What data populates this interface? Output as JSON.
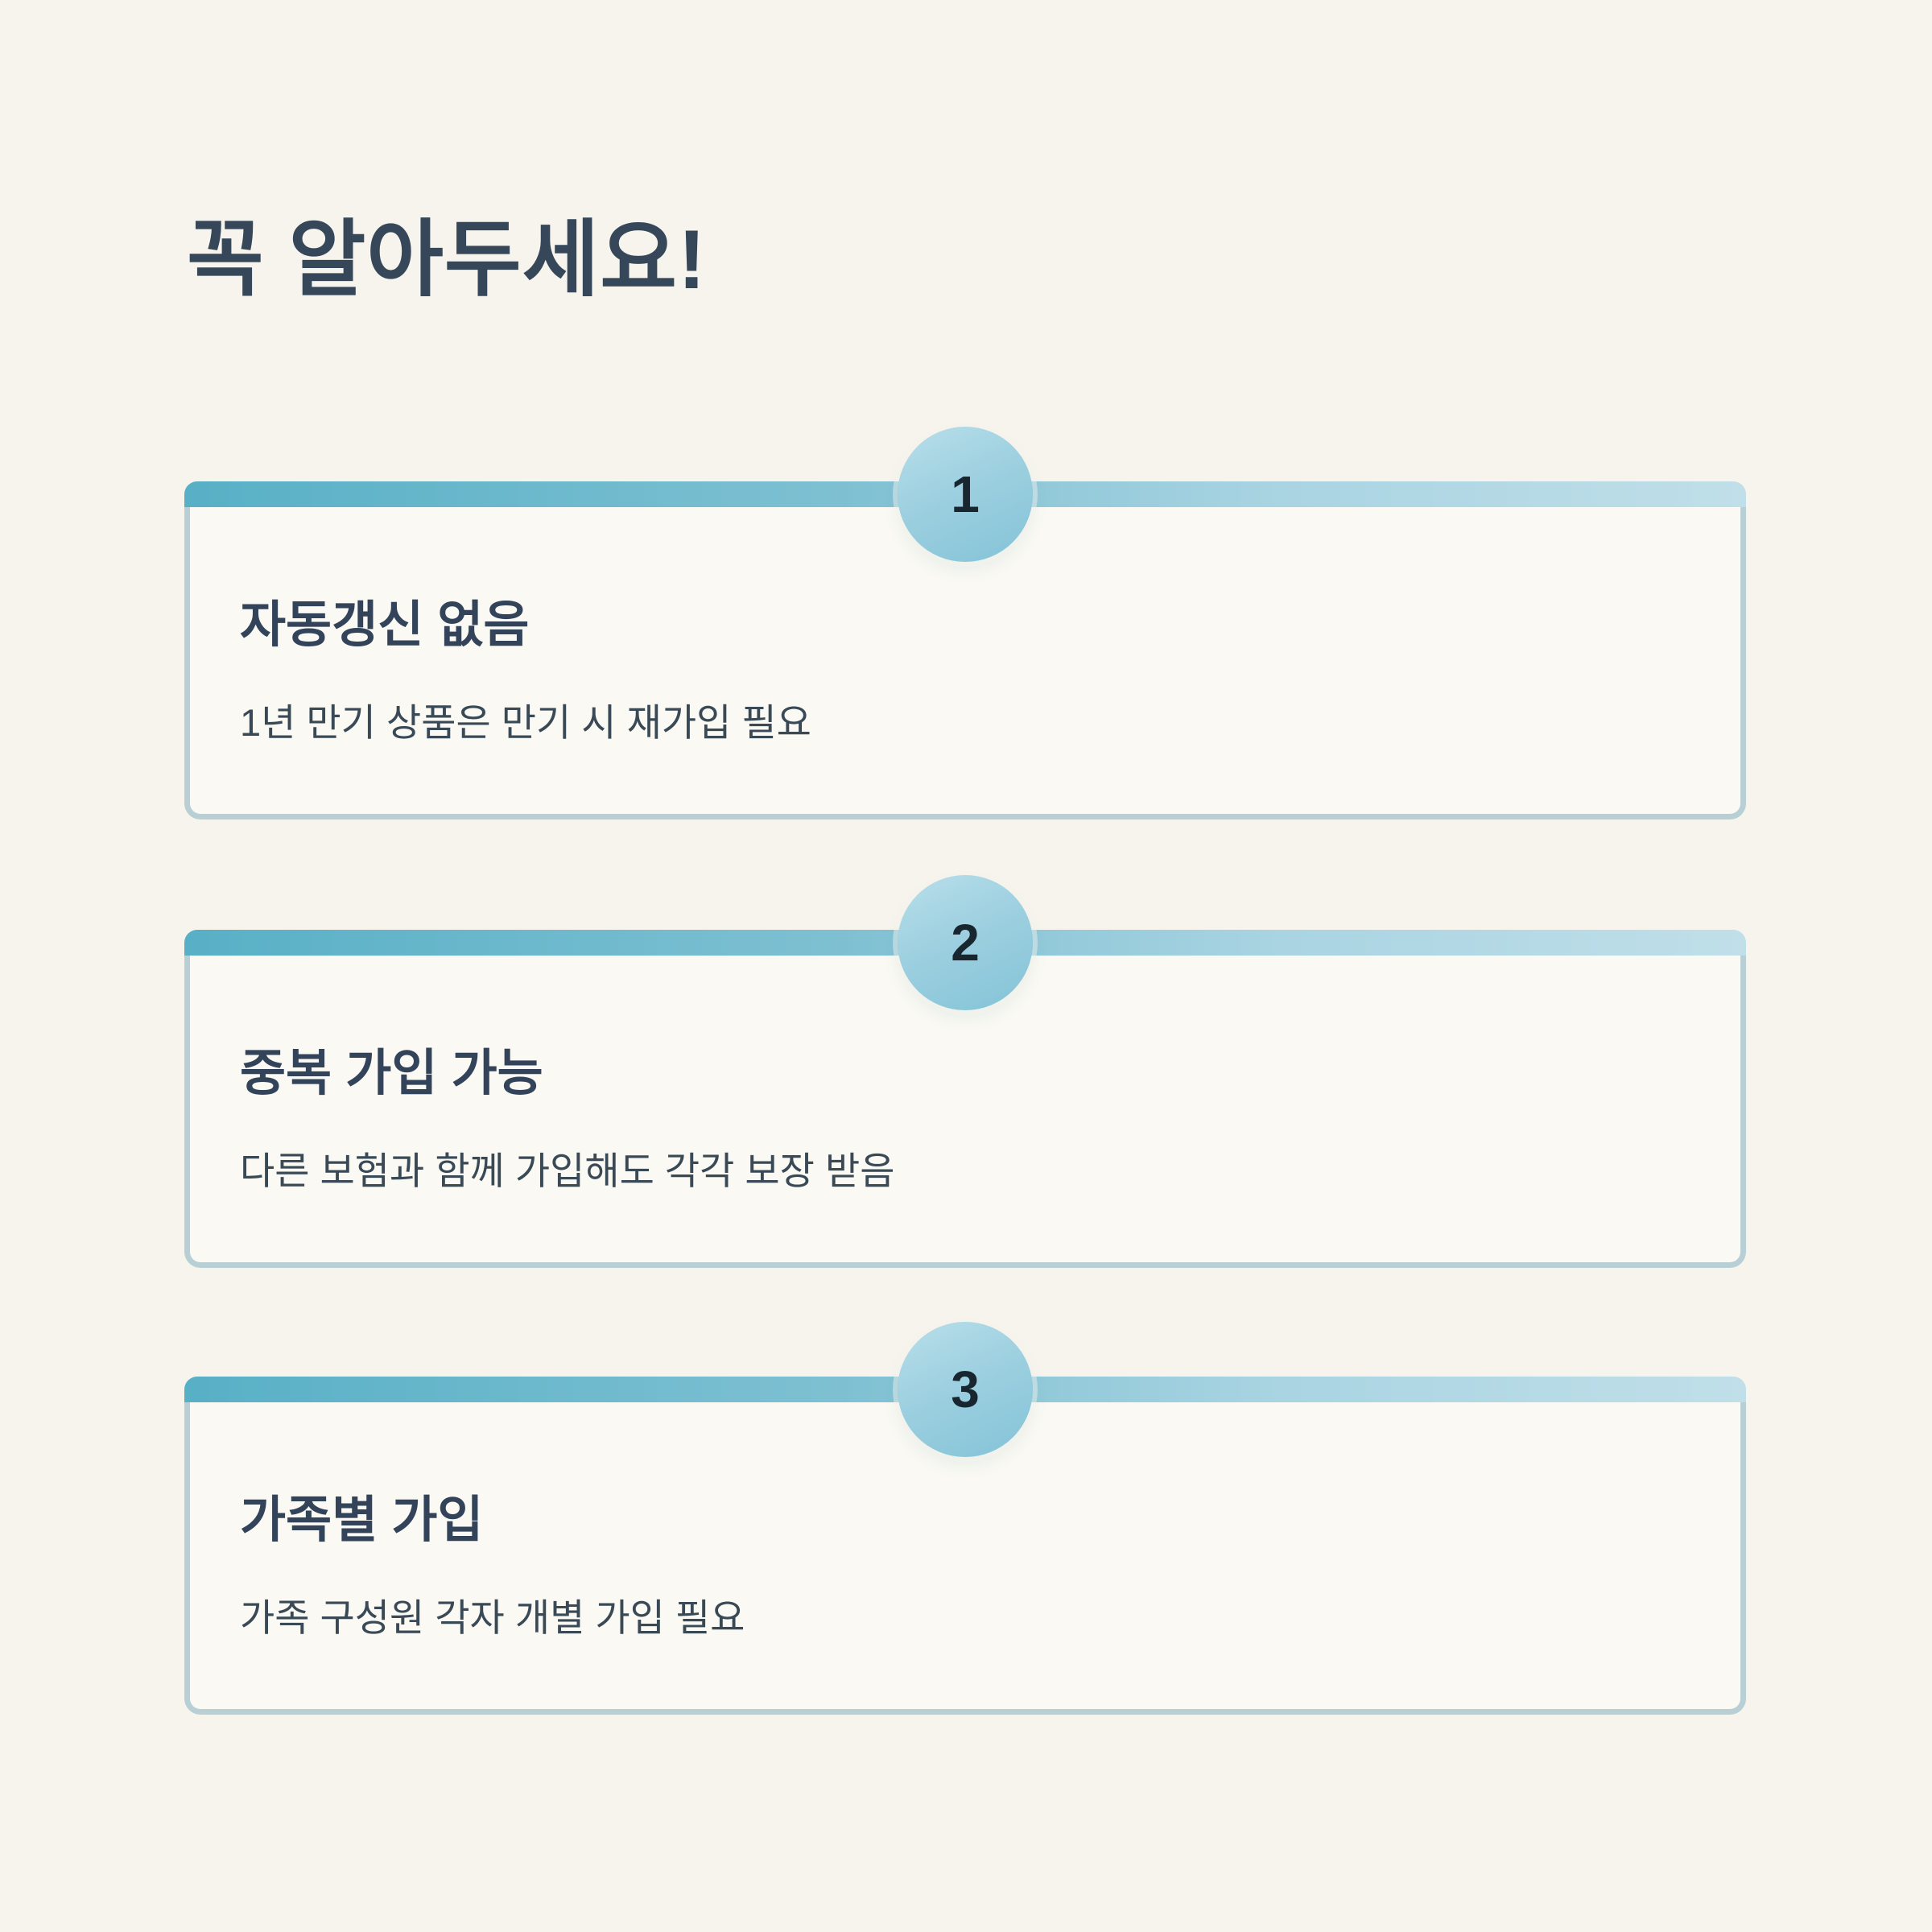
{
  "page": {
    "title": "꼭 알아두세요!"
  },
  "colors": {
    "page_background": "#f6f4ed",
    "card_background": "#faf9f3",
    "card_border": "#b9cfd6",
    "bar_gradient_start": "#58b0c6",
    "bar_gradient_end": "#c0dfe9",
    "badge_gradient_start": "#b6dde9",
    "badge_gradient_end": "#86c4d8",
    "badge_number_color": "#182630",
    "title_color": "#36475a",
    "heading_color": "#33445a",
    "description_color": "#3a4956"
  },
  "cards": [
    {
      "number": "1",
      "heading": "자동갱신 없음",
      "description": "1년 만기 상품은 만기 시 재가입 필요"
    },
    {
      "number": "2",
      "heading": "중복 가입 가능",
      "description": "다른 보험과 함께 가입해도 각각 보장 받음"
    },
    {
      "number": "3",
      "heading": "가족별 가입",
      "description": "가족 구성원 각자 개별 가입 필요"
    }
  ]
}
